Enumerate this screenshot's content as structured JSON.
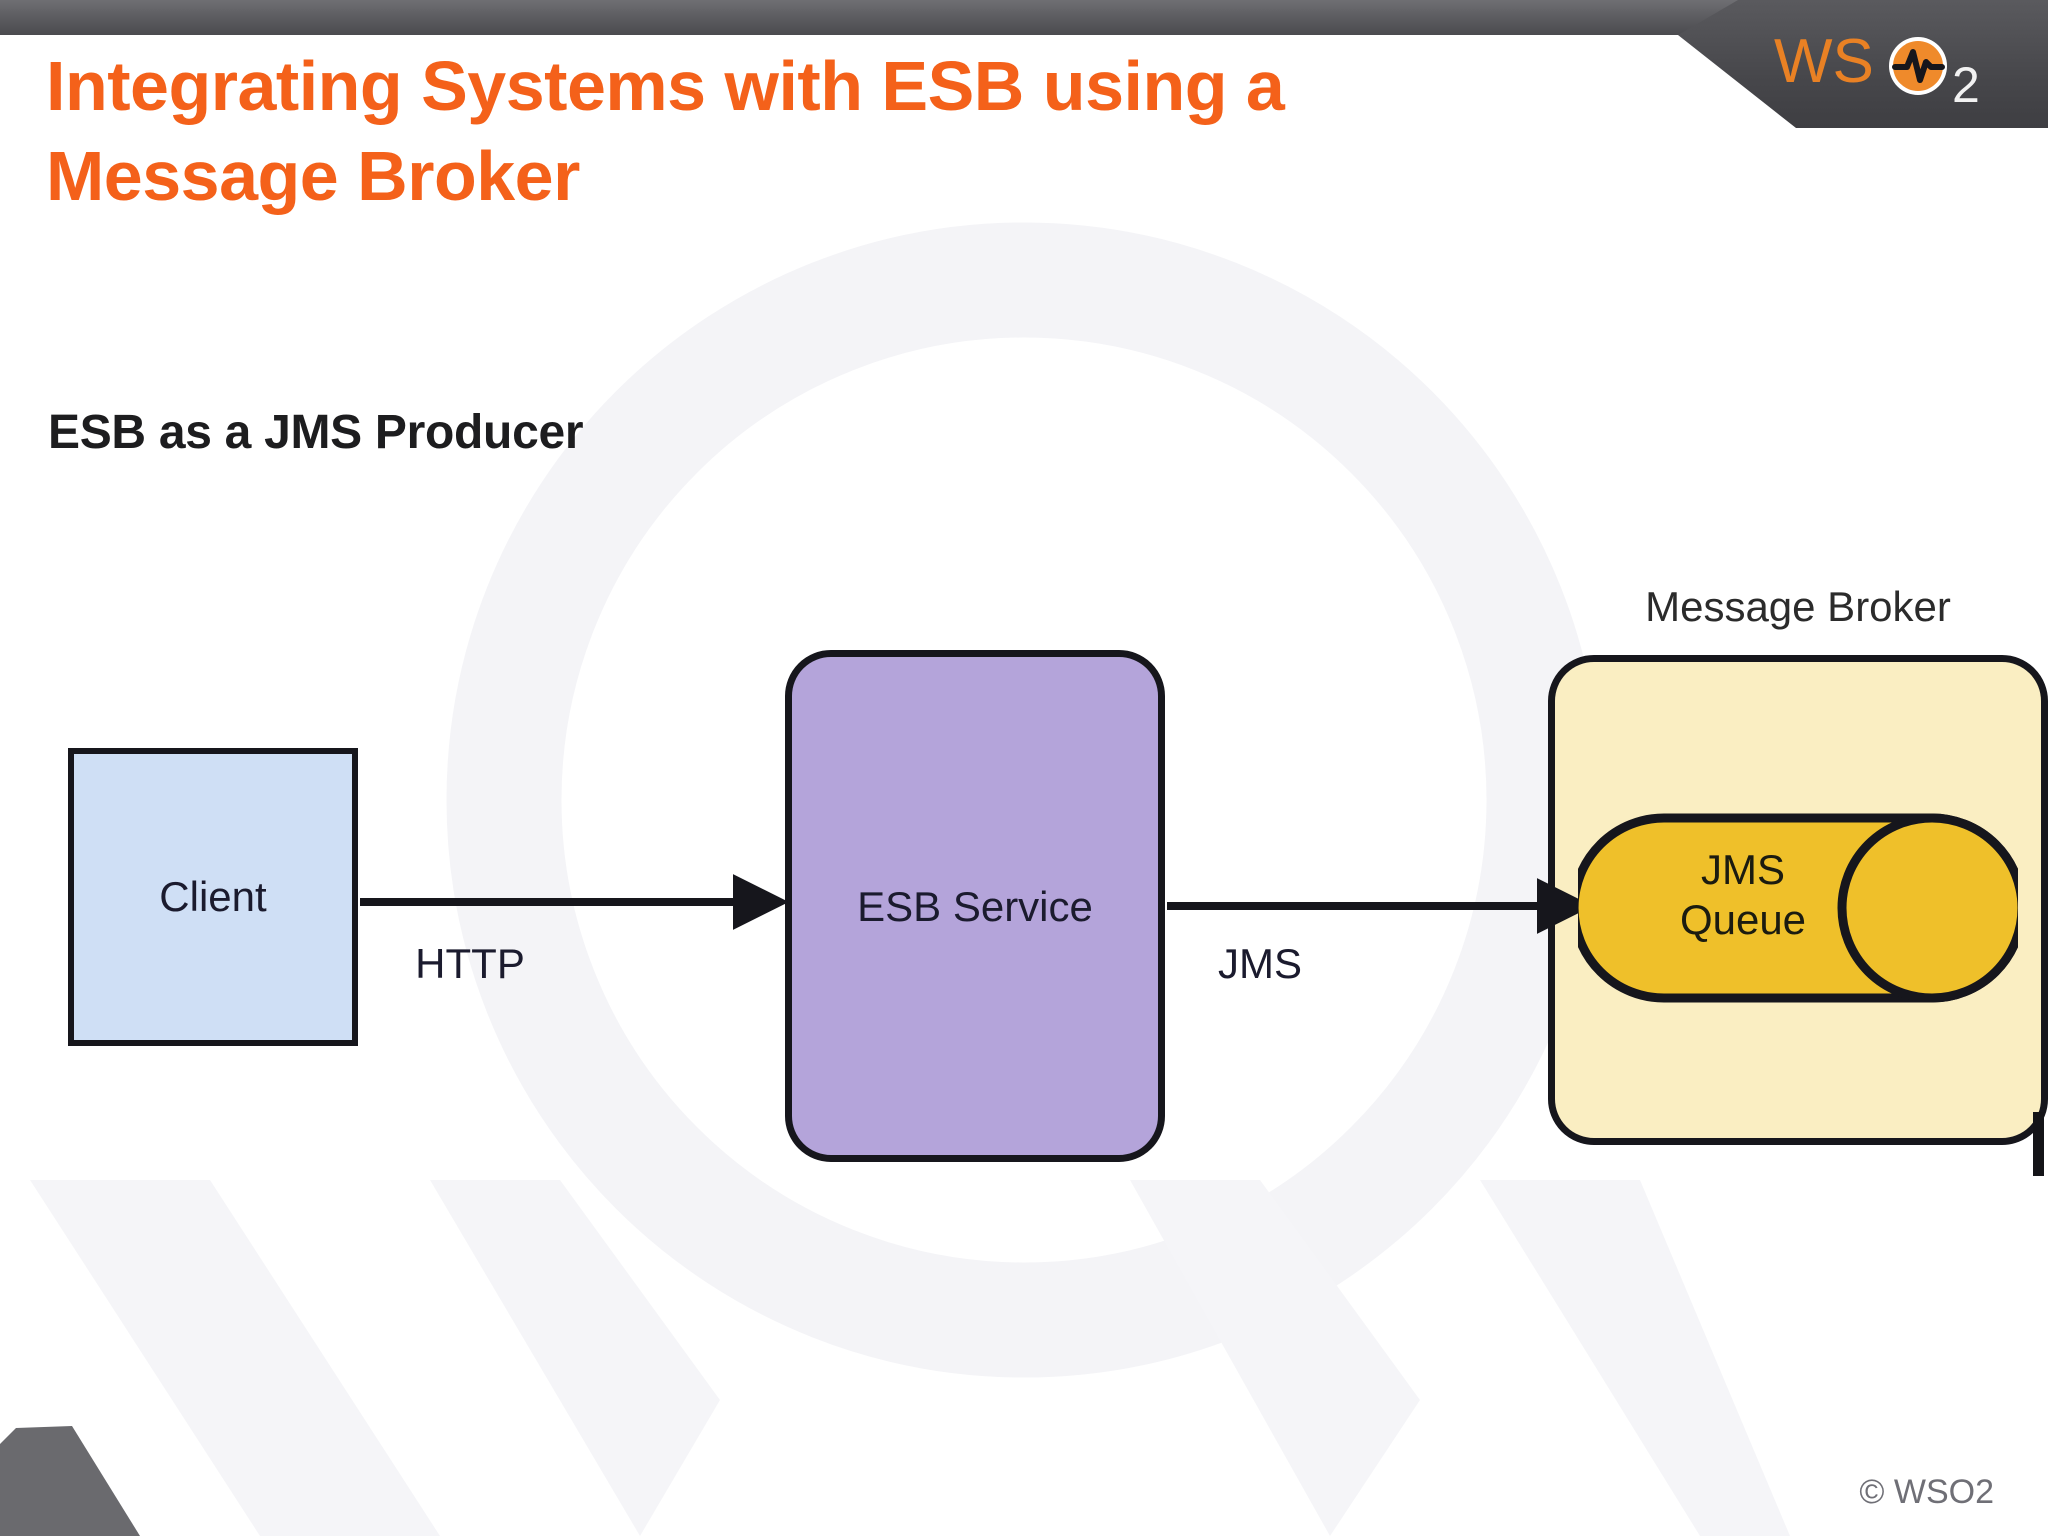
{
  "slide": {
    "title": "Integrating Systems with ESB using a Message Broker",
    "subtitle": "ESB as a JMS Producer",
    "copyright": "© WSO2",
    "brand": {
      "name": "WSO2",
      "logo_text": "WS",
      "logo_subscript": "2",
      "logo_icon": "pulse-circle-icon"
    },
    "colors": {
      "title_orange": "#f4611a",
      "header_gray": "#4b4b4f",
      "client_fill": "#cfdff5",
      "esb_fill": "#b4a4da",
      "broker_fill": "#faeec2",
      "queue_fill": "#efc02a",
      "stroke": "#16161c"
    }
  },
  "diagram": {
    "type": "flow",
    "nodes": [
      {
        "id": "client",
        "label": "Client",
        "shape": "rectangle",
        "fill": "#cfdff5"
      },
      {
        "id": "esb",
        "label": "ESB Service",
        "shape": "rounded-rectangle",
        "fill": "#b4a4da"
      },
      {
        "id": "broker",
        "label": "Message Broker",
        "shape": "rounded-rectangle",
        "fill": "#faeec2"
      },
      {
        "id": "queue",
        "label": "JMS\nQueue",
        "shape": "cylinder",
        "fill": "#efc02a"
      }
    ],
    "edges": [
      {
        "from": "client",
        "to": "esb",
        "label": "HTTP",
        "direction": "right"
      },
      {
        "from": "esb",
        "to": "queue",
        "label": "JMS",
        "direction": "right"
      }
    ]
  }
}
